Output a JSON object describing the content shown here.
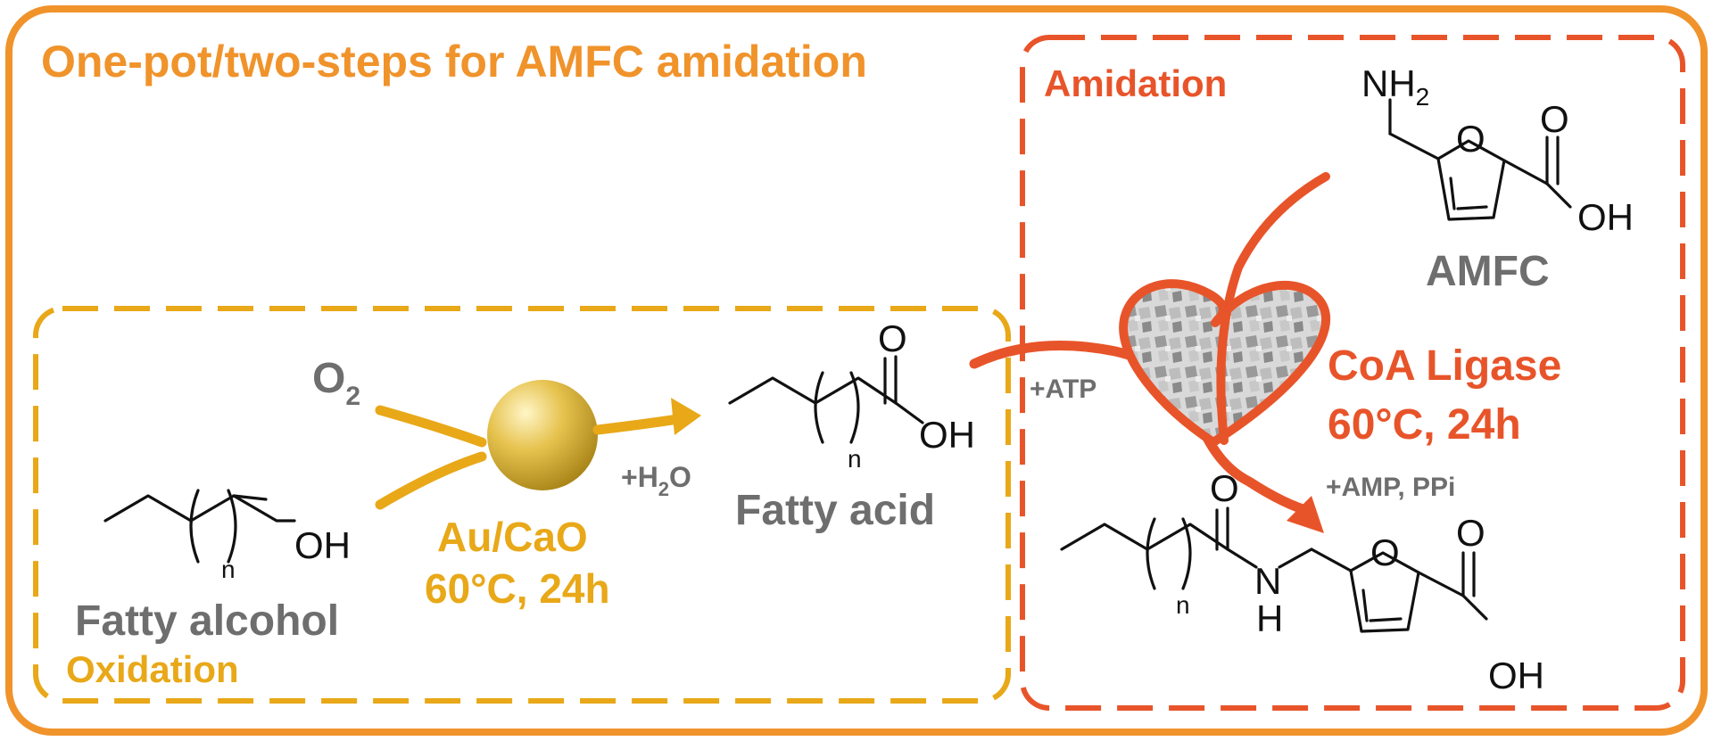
{
  "title": "One-pot/two-steps for AMFC amidation",
  "oxidation": {
    "label": "Oxidation",
    "reactant_oxygen": "O",
    "reactant_oxygen_sub": "2",
    "fatty_alcohol": {
      "label": "Fatty alcohol",
      "oh": "OH",
      "n": "n"
    },
    "catalyst": {
      "name": "Au/CaO",
      "conditions": "60°C, 24h"
    },
    "water": {
      "prefix": "+H",
      "sub": "2",
      "suffix": "O"
    },
    "fatty_acid": {
      "label": "Fatty acid",
      "o": "O",
      "oh": "OH",
      "n": "n"
    }
  },
  "amidation": {
    "label": "Amidation",
    "atp": "+ATP",
    "enzyme": {
      "name": "CoA Ligase",
      "conditions": "60°C, 24h"
    },
    "byproducts": "+AMP, PPi",
    "amfc": {
      "label": "AMFC",
      "nh2_main": "NH",
      "nh2_sub": "2",
      "ring_o": "O",
      "carbonyl_o": "O",
      "oh": "OH"
    },
    "product": {
      "carbonyl_o": "O",
      "n": "N",
      "h": "H",
      "subscript_n": "n",
      "ring_o": "O",
      "acid_o": "O",
      "oh": "OH"
    }
  },
  "colors": {
    "outer_border": "#F0932B",
    "oxidation": "#E8A818",
    "amidation": "#E8542A",
    "gray_text": "#6E6E6E",
    "gold_sphere": "#D9B43A"
  }
}
